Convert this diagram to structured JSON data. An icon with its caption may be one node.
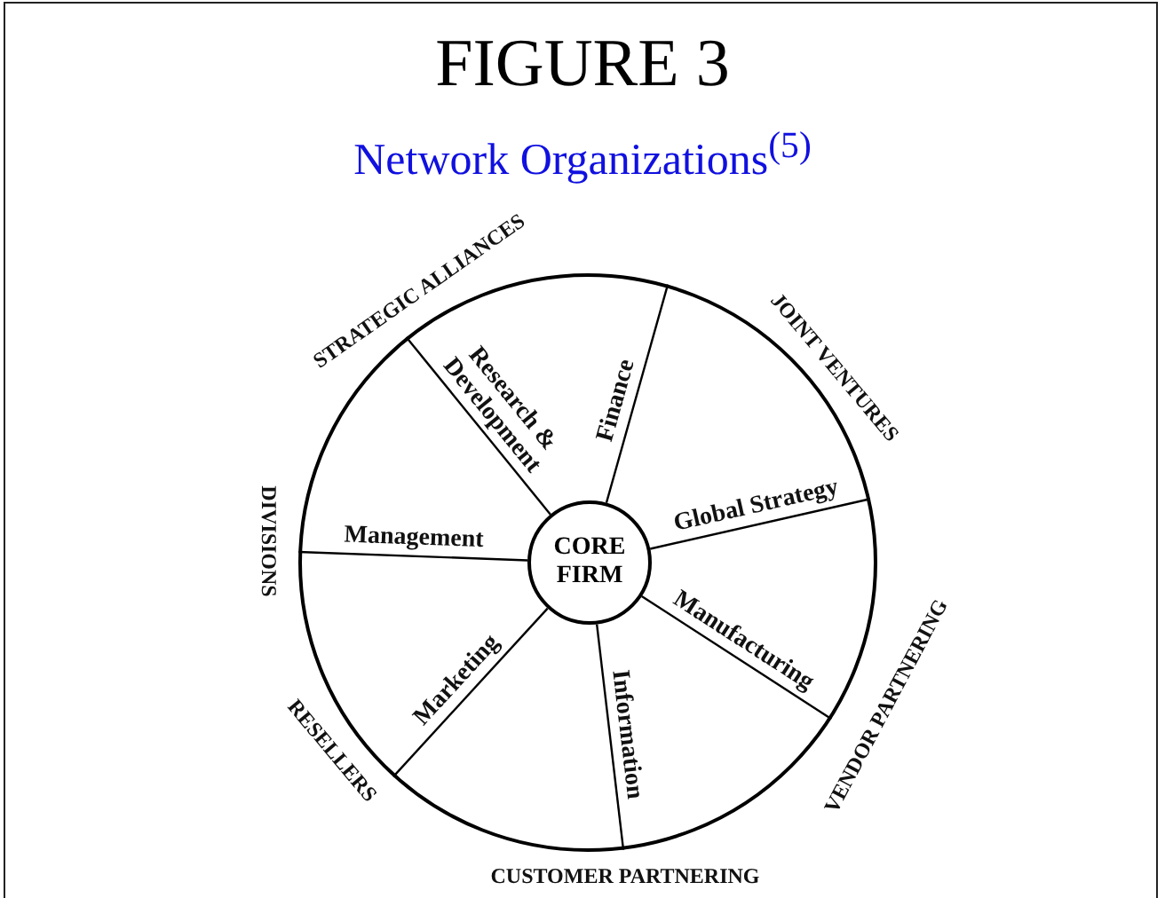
{
  "diagram": {
    "title": "FIGURE 3",
    "nodes": [
      {
        "text": [],
        "shape": "circle"
      },
      {
        "text": [
          "CORE FIRM"
        ],
        "in": 0
      }
    ],
    "edges": [
      {
        "from": 1,
        "to": 0,
        "arrow": "none",
        "label": "Finance"
      },
      {
        "from": 1,
        "to": 0,
        "arrow": "none",
        "label": "Global Strategy"
      },
      {
        "from": 1,
        "to": 0,
        "arrow": "none",
        "label": "Manufacturing"
      },
      {
        "from": 1,
        "to": 0,
        "arrow": "none",
        "label": "Information"
      },
      {
        "from": 1,
        "to": 0,
        "arrow": "none",
        "label": "Marketing"
      },
      {
        "from": 1,
        "to": 0,
        "arrow": "none",
        "label": "Management"
      },
      {
        "from": 1,
        "to": 0,
        "arrow": "none",
        "label": "Research & Development"
      }
    ],
    "labels": [
      "Network Organizations$^{(5)}$",
      "STRATEGIC ALLIANCES",
      "JOINT VENTURES",
      "DIVISIONS",
      "RESELLERS",
      "CUSTOMER PARTNERING",
      "VENDOR PARTNERING"
    ]
  }
}
